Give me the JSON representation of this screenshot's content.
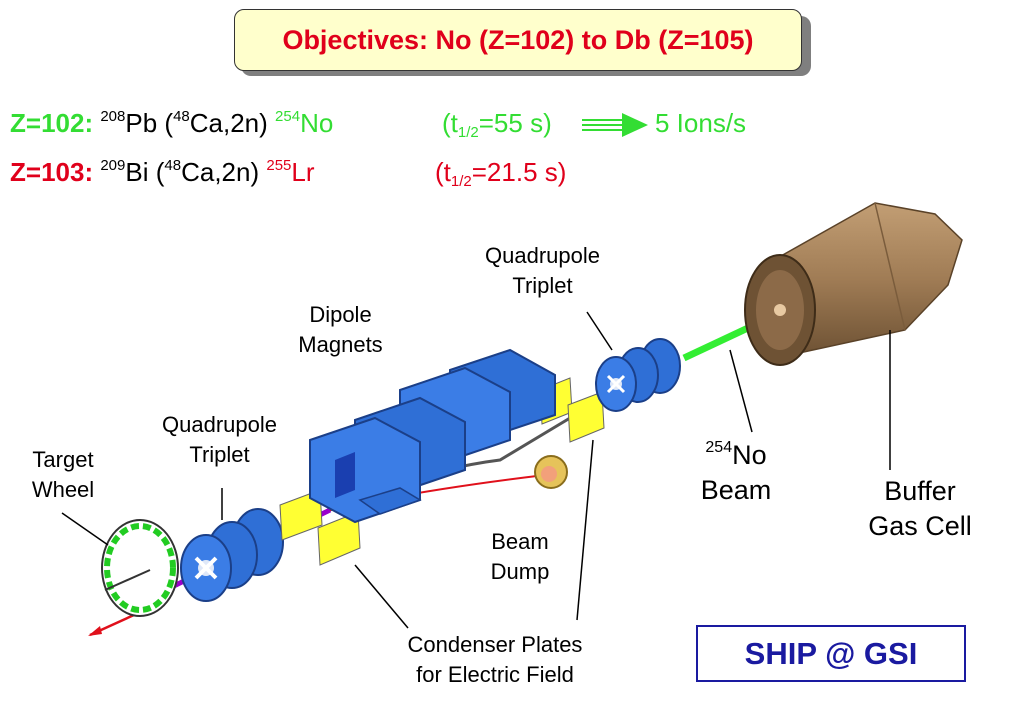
{
  "title": "Objectives:  No (Z=102) to Db (Z=105)",
  "reaction1": {
    "z_label": "Z=102:",
    "target_mass": "208",
    "target": "Pb",
    "paren_open": " (",
    "proj_mass": "48",
    "projectile": "Ca,2n)",
    "product_mass": "254",
    "product": "No",
    "half_life_open": "(t",
    "half_life_sub": "1/2",
    "half_life_close": "=55 s)",
    "rate": "5 Ions/s"
  },
  "reaction2": {
    "z_label": "Z=103:",
    "target_mass": "209",
    "target": "Bi",
    "paren_open": "  (",
    "proj_mass": "48",
    "projectile": "Ca,2n)",
    "product_mass": "255",
    "product": "Lr",
    "half_life_open": "(t",
    "half_life_sub": "1/2",
    "half_life_close": "=21.5 s)"
  },
  "labels": {
    "target_wheel_1": "Target",
    "target_wheel_2": "Wheel",
    "quad1_1": "Quadrupole",
    "quad1_2": "Triplet",
    "dipole_1": "Dipole",
    "dipole_2": "Magnets",
    "quad2_1": "Quadrupole",
    "quad2_2": "Triplet",
    "beam_dump_1": "Beam",
    "beam_dump_2": "Dump",
    "condenser_1": "Condenser Plates",
    "condenser_2": "for Electric Field",
    "no_beam_mass": "254",
    "no_beam_1": "No",
    "no_beam_2": "Beam",
    "buffer_1": "Buffer",
    "buffer_2": "Gas Cell"
  },
  "ship": "SHIP @ GSI",
  "colors": {
    "title_red": "#e0001b",
    "green": "#33dd33",
    "magnet_blue": "#2f6fd6",
    "plate_yellow": "#ffff33",
    "cell_brown": "#9c7a55",
    "ship_blue": "#1a1aa0"
  }
}
